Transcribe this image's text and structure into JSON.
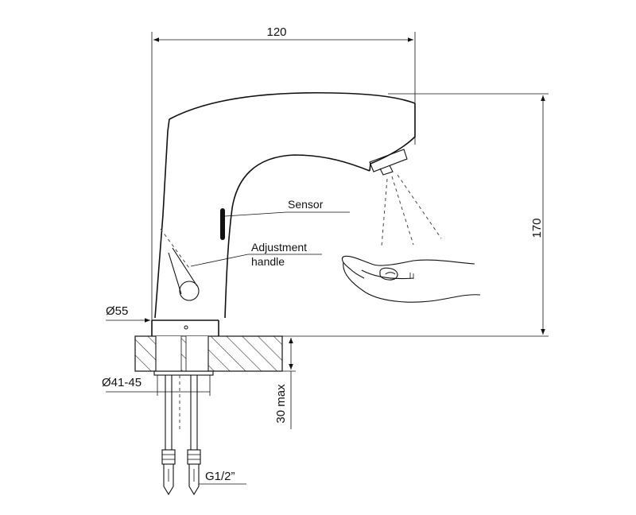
{
  "dimensions": {
    "width_top": "120",
    "height_right": "170",
    "dia_base": "Ø55",
    "dia_hole": "Ø41-45",
    "max_thickness": "30 max",
    "thread": "G1/2”"
  },
  "labels": {
    "sensor": "Sensor",
    "adjustment_line1": "Adjustment",
    "adjustment_line2": "handle"
  },
  "colors": {
    "line": "#111111",
    "hatch": "#222222",
    "sensor_window": "#111111",
    "background": "#ffffff"
  }
}
